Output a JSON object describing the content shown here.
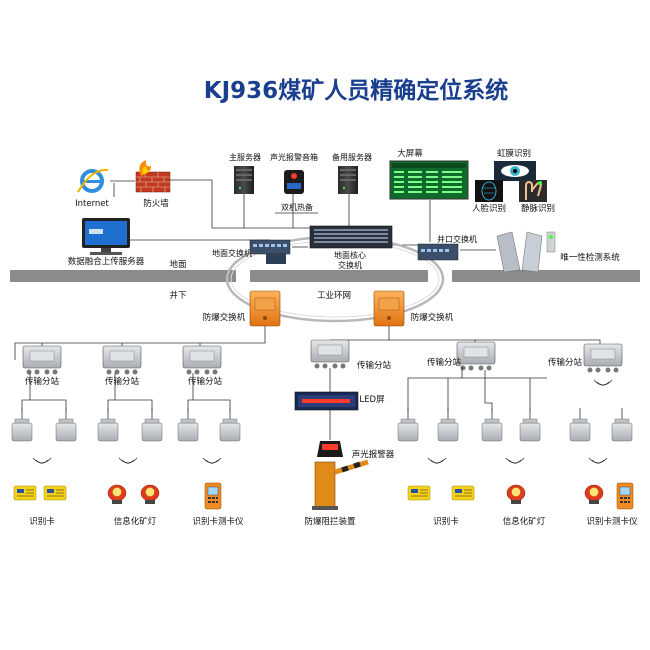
{
  "title": "KJ936煤矿人员精确定位系统",
  "labels": {
    "internet": "Internet",
    "firewall": "防火墙",
    "main_server": "主服务器",
    "alarm_speaker": "声光报警音箱",
    "backup_server": "备用服务器",
    "hot_standby": "双机热备",
    "big_screen": "大屏幕",
    "iris": "虹膜识别",
    "face": "人脸识别",
    "vein": "静脉识别",
    "data_upload_server": "数据融合上传服务器",
    "ground_switch": "地面交换机",
    "surface": "地面",
    "core_switch_line1": "地面核心",
    "core_switch_line2": "交换机",
    "port_switch": "井口交换机",
    "uniqueness": "唯一性检测系统",
    "underground": "井下",
    "ring_network": "工业环网",
    "ex_switch_left": "防爆交换机",
    "ex_switch_right": "防爆交换机",
    "sub1": "传输分站",
    "sub2": "传输分站",
    "sub3": "传输分站",
    "sub4": "传输分站",
    "sub5": "传输分站",
    "sub6": "传输分站",
    "led_screen": "LED屏",
    "audible_alarm": "声光报警器",
    "barrier": "防爆阻拦装置",
    "card_left": "识别卡",
    "lamp_left": "信息化矿灯",
    "tester_left": "识别卡测卡仪",
    "card_right": "识别卡",
    "lamp_right": "信息化矿灯",
    "tester_right": "识别卡测卡仪"
  },
  "colors": {
    "title": "#1a3f8f",
    "ground_band": "#8b8b8b",
    "ex_switch": "#f08a24",
    "substation": "#c9cdd1",
    "screen": "#0f6b2a",
    "card": "#f2d21a",
    "lamp": "#e03a1e",
    "led": "#c81e1e"
  },
  "icons": [
    "internet-explorer-icon",
    "firewall-icon",
    "server-icon",
    "speaker-icon",
    "switch-icon",
    "ex-switch-icon",
    "substation-icon",
    "reader-icon",
    "wireless-icon",
    "card-icon",
    "lamp-icon",
    "tester-icon",
    "led-screen-icon",
    "alarm-icon",
    "barrier-icon",
    "computer-icon",
    "gate-icon",
    "iris-icon",
    "face-icon",
    "vein-icon"
  ]
}
